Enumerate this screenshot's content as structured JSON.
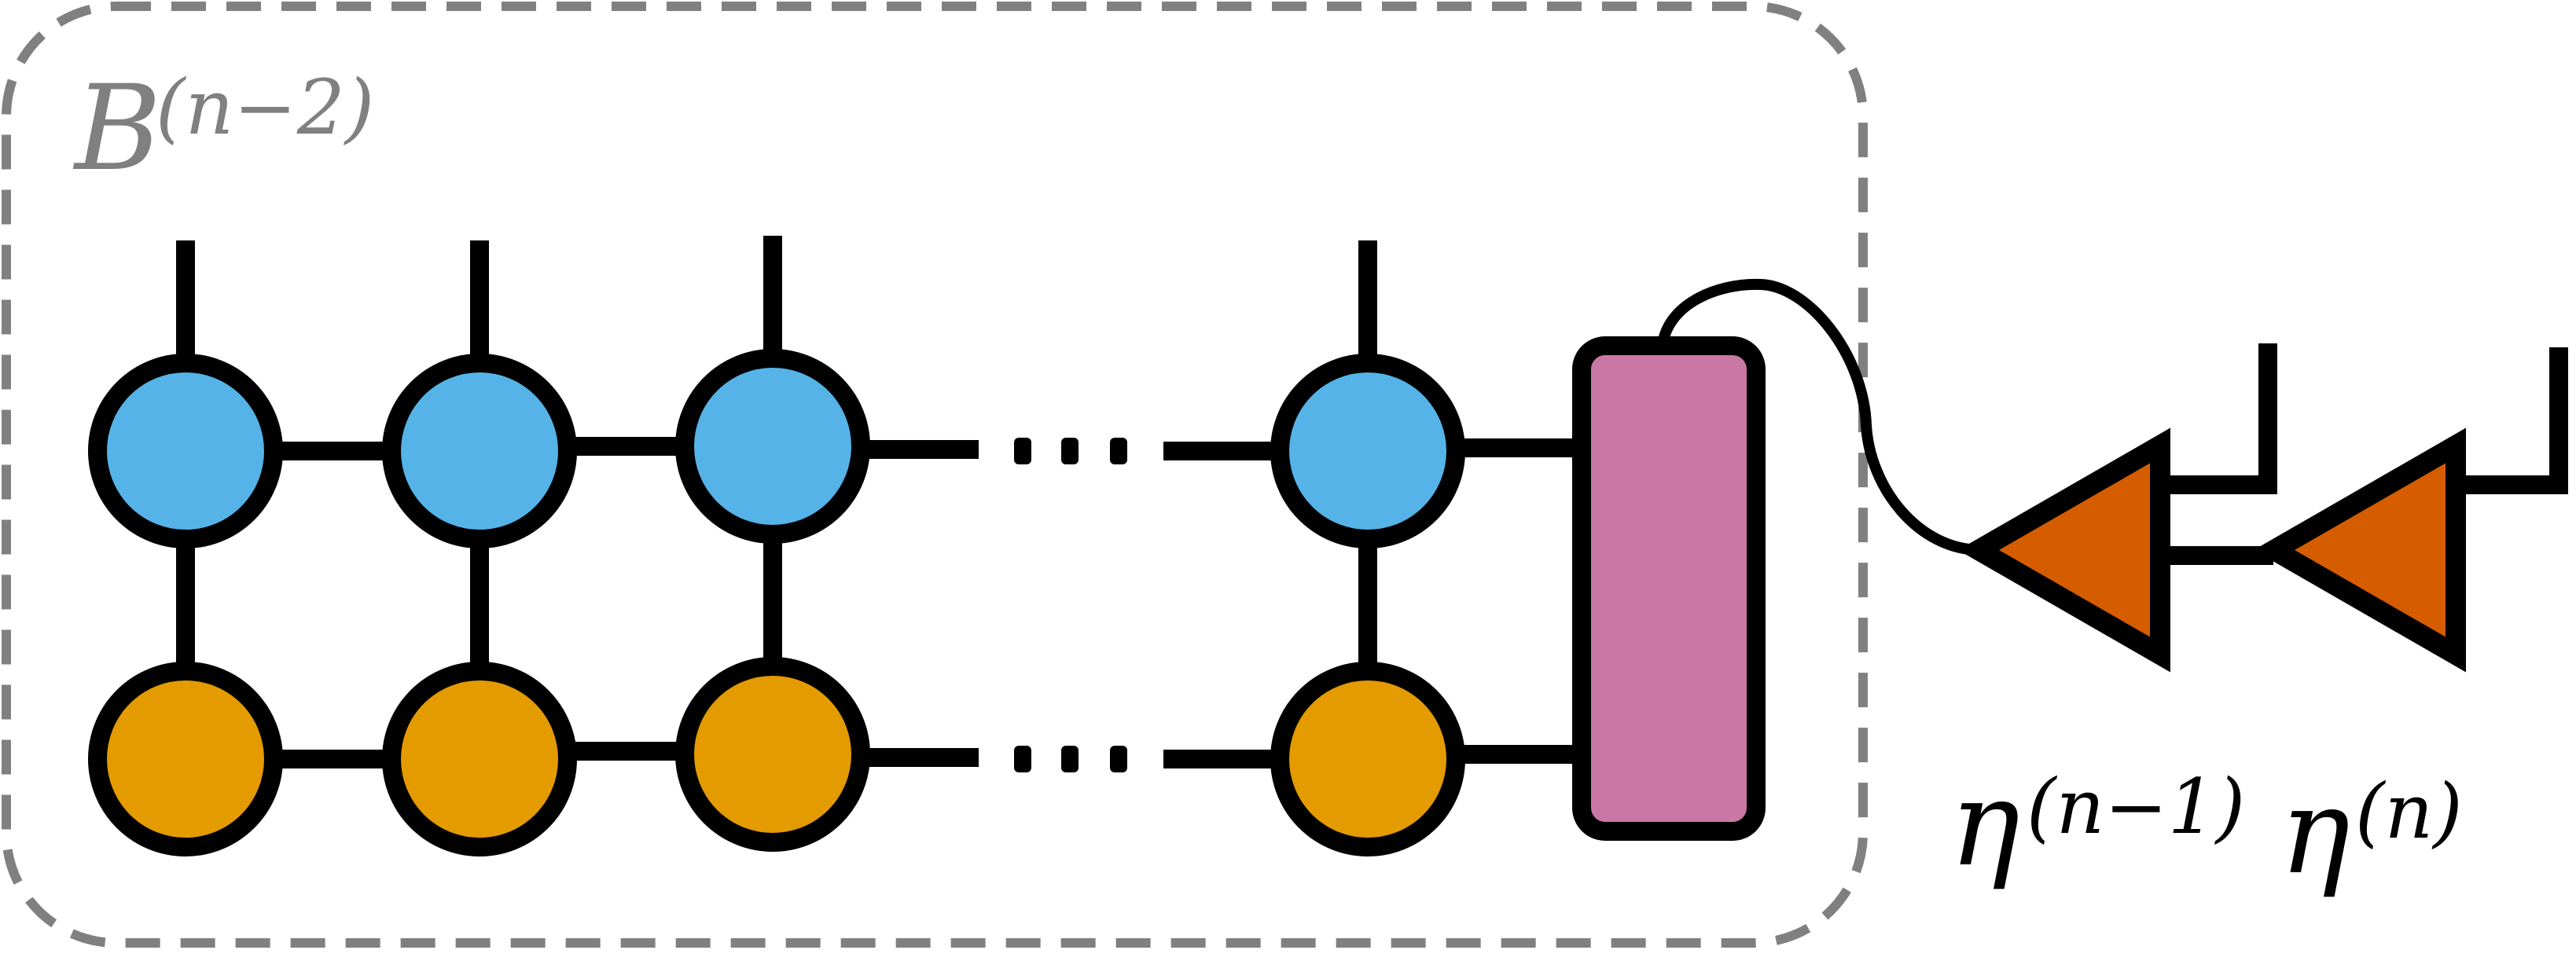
{
  "colors": {
    "stroke": "#000000",
    "dashed_box": "#808080",
    "label_gray": "#808080",
    "top_node": "#55b3e8",
    "bottom_node": "#e39b00",
    "environment_block": "#c978a6",
    "triangle": "#d65c00",
    "background": "#ffffff"
  },
  "labels": {
    "block": {
      "base": "B",
      "superscript": "(n−2)"
    },
    "eta_prev": {
      "base": "η",
      "superscript": "(n−1)"
    },
    "eta_curr": {
      "base": "η",
      "superscript": "(n)"
    },
    "ellipsis": "…"
  },
  "grid": {
    "rows": [
      {
        "role": "top-row",
        "color_key": "top_node"
      },
      {
        "role": "bottom-row",
        "color_key": "bottom_node"
      }
    ],
    "visible_columns": 4
  }
}
